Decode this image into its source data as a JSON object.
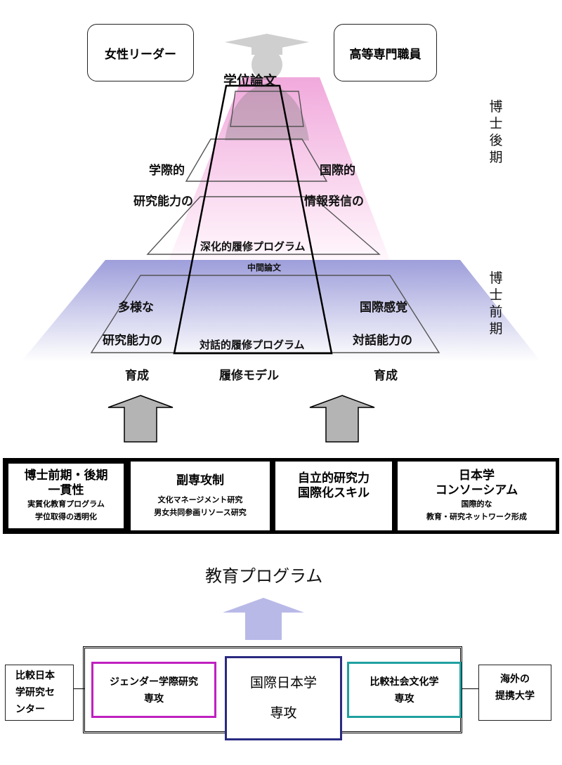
{
  "goals": {
    "left": "女性リーダー",
    "right": "高等専門職員"
  },
  "pyramid": {
    "top": "学位論文",
    "left_upper_1": "学際的",
    "left_upper_2": "研究能力の",
    "right_upper_1": "国際的",
    "right_upper_2": "情報発信の",
    "upper_program": "深化的履修プログラム",
    "middle_thesis": "中間論文",
    "left_lower_1": "多様な",
    "left_lower_2": "研究能力の",
    "right_lower_1": "国際感覚",
    "right_lower_2": "対話能力の",
    "lower_program": "対話的履修プログラム",
    "bottom_left": "育成",
    "bottom_center": "履修モデル",
    "bottom_right": "育成"
  },
  "stages": {
    "upper": [
      "博",
      "士",
      "後",
      "期"
    ],
    "lower": [
      "博",
      "士",
      "前",
      "期"
    ]
  },
  "programs": [
    {
      "title1": "博士前期・後期",
      "title2": "一貫性",
      "sub1": "実質化教育プログラム",
      "sub2": "学位取得の透明化"
    },
    {
      "title1": "副専攻制",
      "sub1": "文化マネージメント研究",
      "sub2": "男女共同参画リソース研究"
    },
    {
      "title1": "自立的研究力",
      "title2": "国際化スキル"
    },
    {
      "title1": "日本学",
      "title2": "コンソーシアム",
      "sub1": "国際的な",
      "sub2": "教育・研究ネットワーク形成"
    }
  ],
  "education_label": "教育プログラム",
  "institution": {
    "left_center": [
      "比較日本",
      "学研究セ",
      "ンター"
    ],
    "right_partner": [
      "海外の",
      "提携大学"
    ],
    "gender": [
      "ジェンダー学際研究",
      "専攻"
    ],
    "intl": [
      "国際日本学",
      "専攻"
    ],
    "comp": [
      "比較社会文化学",
      "専攻"
    ]
  },
  "colors": {
    "upper_gradient": "#f3b8e4",
    "lower_gradient": "#a9a9de",
    "arrow_gray": "#b4b4b4",
    "arrow_purple": "#b9b9e8",
    "gender_border": "#c020c0",
    "intl_border": "#2a2a80",
    "comp_border": "#20a0a0"
  }
}
